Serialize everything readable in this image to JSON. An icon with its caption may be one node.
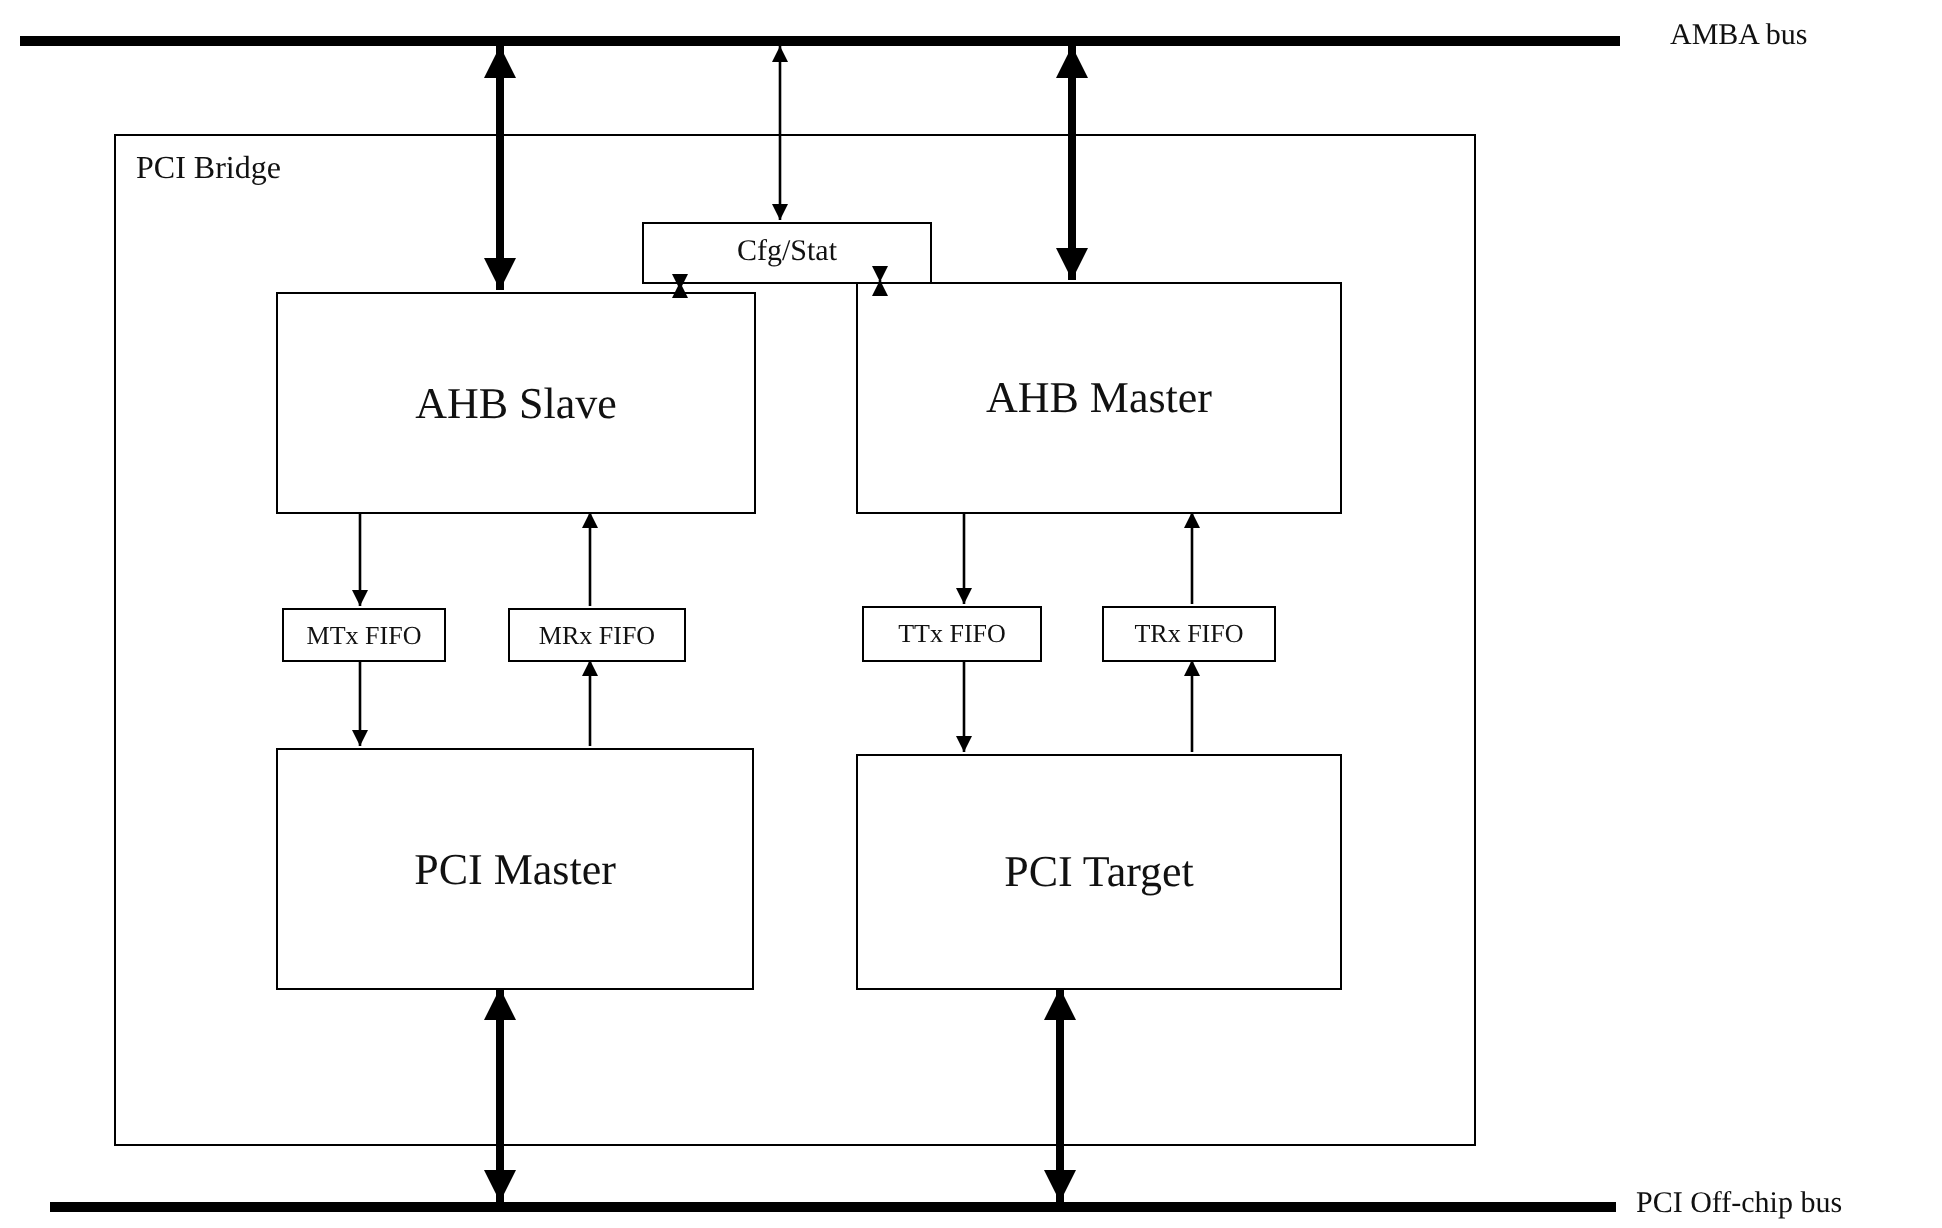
{
  "diagram": {
    "nodes": [
      {
        "text": [],
        "shape": "bar",
        "beside": [
          "AMBA bus"
        ]
      },
      {
        "text": [
          "PCI Bridge"
        ]
      },
      {
        "text": [
          "Cfg/Stat"
        ],
        "in": 1
      },
      {
        "text": [
          "AHB Slave"
        ],
        "in": 1
      },
      {
        "text": [
          "AHB Master"
        ],
        "in": 1
      },
      {
        "text": [
          "MTx FIFO"
        ],
        "in": 1
      },
      {
        "text": [
          "MRx FIFO"
        ],
        "in": 1
      },
      {
        "text": [
          "TTx FIFO"
        ],
        "in": 1
      },
      {
        "text": [
          "TRx FIFO"
        ],
        "in": 1
      },
      {
        "text": [
          "PCI Master"
        ],
        "in": 1
      },
      {
        "text": [
          "PCI Target"
        ],
        "in": 1
      },
      {
        "text": [],
        "shape": "bar",
        "beside": [
          "PCI Off-chip bus"
        ]
      }
    ],
    "edges": [
      {
        "from": 0,
        "to": 3,
        "arrow": "both",
        "style": "thick"
      },
      {
        "from": 0,
        "to": 2,
        "arrow": "both"
      },
      {
        "from": 0,
        "to": 4,
        "arrow": "both",
        "style": "thick"
      },
      {
        "from": 2,
        "to": 3,
        "arrow": "both"
      },
      {
        "from": 2,
        "to": 4,
        "arrow": "both"
      },
      {
        "from": 3,
        "to": 5,
        "arrow": "to"
      },
      {
        "from": 6,
        "to": 3,
        "arrow": "to"
      },
      {
        "from": 5,
        "to": 9,
        "arrow": "to"
      },
      {
        "from": 9,
        "to": 6,
        "arrow": "to"
      },
      {
        "from": 4,
        "to": 7,
        "arrow": "to"
      },
      {
        "from": 8,
        "to": 4,
        "arrow": "to"
      },
      {
        "from": 7,
        "to": 10,
        "arrow": "to"
      },
      {
        "from": 10,
        "to": 8,
        "arrow": "to"
      },
      {
        "from": 9,
        "to": 11,
        "arrow": "both",
        "style": "thick"
      },
      {
        "from": 10,
        "to": 11,
        "arrow": "both",
        "style": "thick"
      }
    ]
  }
}
